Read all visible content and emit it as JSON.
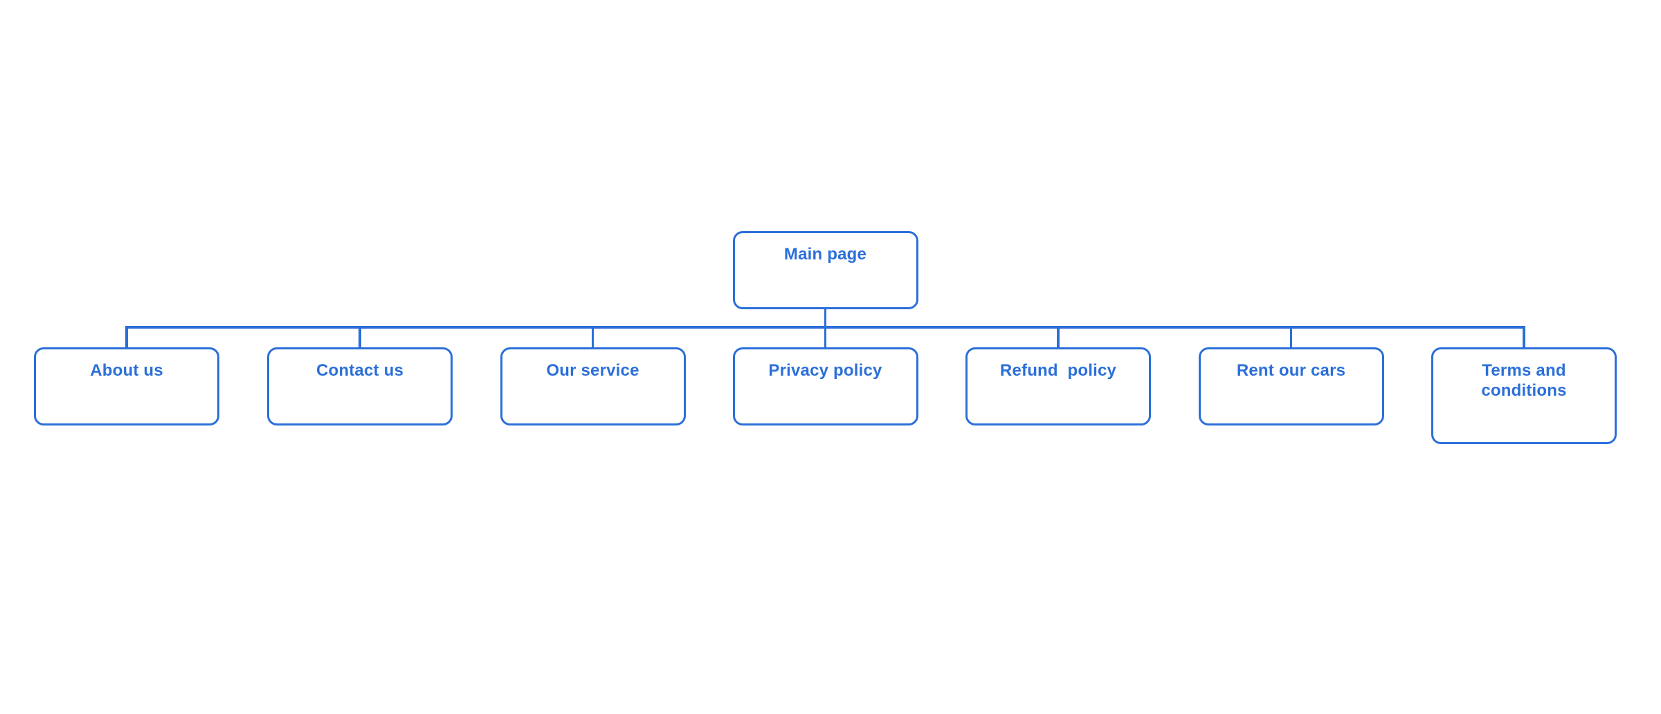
{
  "diagram": {
    "type": "sitemap-tree",
    "root": {
      "id": "main-page",
      "label": "Main page"
    },
    "children": [
      {
        "id": "about-us",
        "label": "About us"
      },
      {
        "id": "contact-us",
        "label": "Contact us"
      },
      {
        "id": "our-service",
        "label": "Our service"
      },
      {
        "id": "privacy-policy",
        "label": "Privacy policy"
      },
      {
        "id": "refund-policy",
        "label": "Refund  policy"
      },
      {
        "id": "rent-our-cars",
        "label": "Rent our cars"
      },
      {
        "id": "terms-and-conditions",
        "label": "Terms and\nconditions"
      }
    ]
  },
  "colors": {
    "accent": "#2b6fd9",
    "node_fill": "#ffffff",
    "background": "#ffffff"
  }
}
